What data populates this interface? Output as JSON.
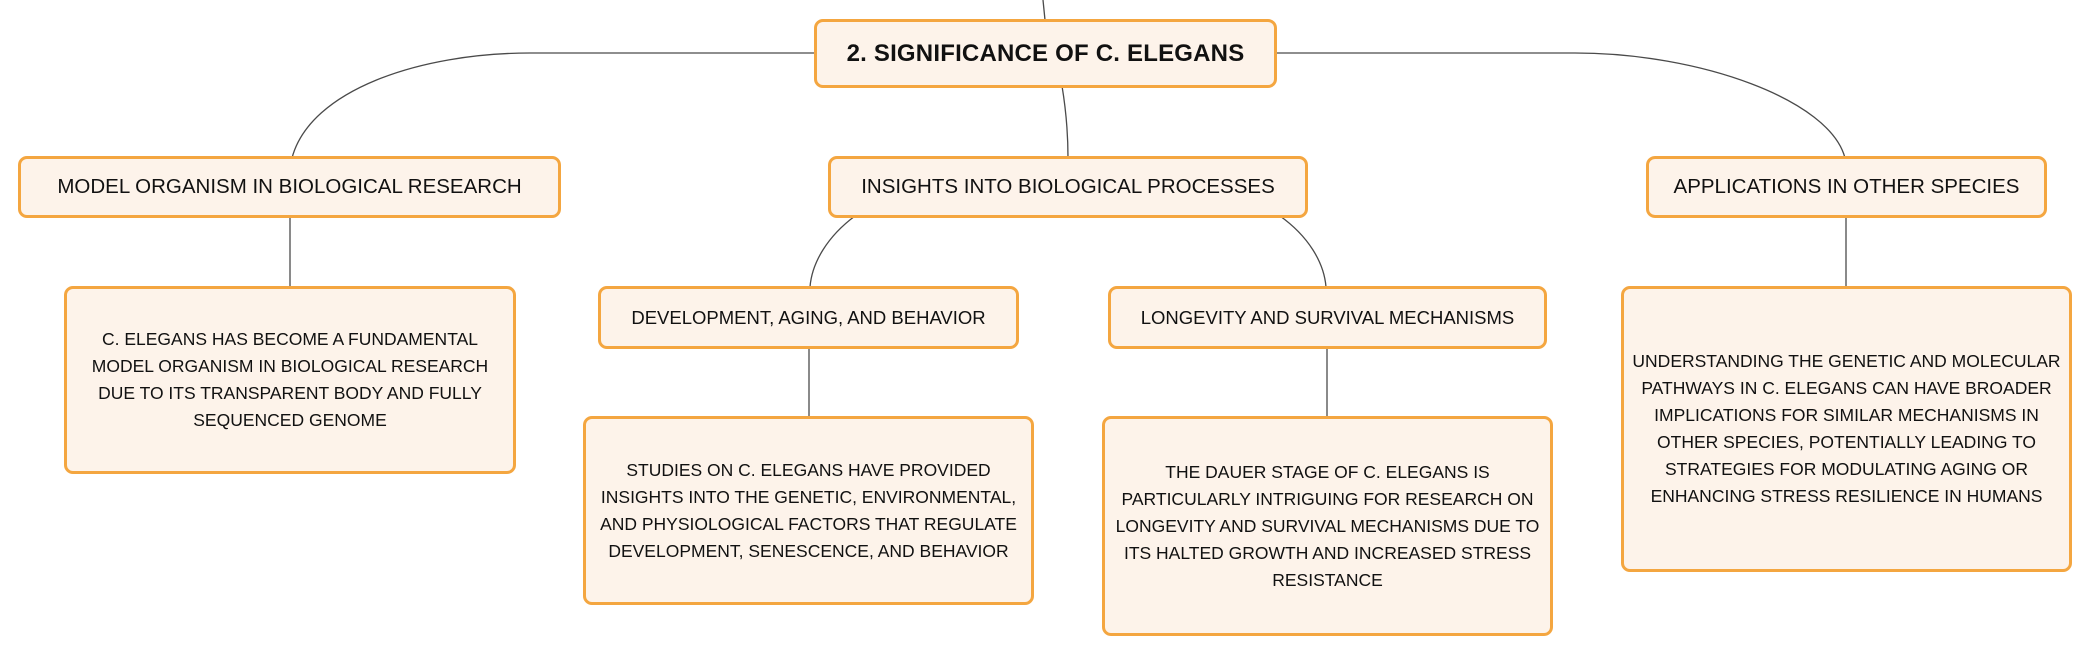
{
  "root": {
    "title": "2. SIGNIFICANCE OF C. ELEGANS"
  },
  "branches": [
    {
      "label": "MODEL ORGANISM IN BIOLOGICAL RESEARCH",
      "detail": "C. ELEGANS HAS BECOME A FUNDAMENTAL MODEL ORGANISM IN BIOLOGICAL RESEARCH DUE TO ITS TRANSPARENT BODY AND FULLY SEQUENCED GENOME"
    },
    {
      "label": "INSIGHTS INTO BIOLOGICAL PROCESSES",
      "children": [
        {
          "label": "DEVELOPMENT, AGING, AND BEHAVIOR",
          "detail": "STUDIES ON C. ELEGANS HAVE PROVIDED INSIGHTS INTO THE GENETIC, ENVIRONMENTAL, AND PHYSIOLOGICAL FACTORS THAT REGULATE DEVELOPMENT, SENESCENCE, AND BEHAVIOR"
        },
        {
          "label": "LONGEVITY AND SURVIVAL MECHANISMS",
          "detail": "THE DAUER STAGE OF C. ELEGANS IS PARTICULARLY INTRIGUING FOR RESEARCH ON LONGEVITY AND SURVIVAL MECHANISMS DUE TO ITS HALTED GROWTH AND INCREASED STRESS RESISTANCE"
        }
      ]
    },
    {
      "label": "APPLICATIONS IN OTHER SPECIES",
      "detail": "UNDERSTANDING THE GENETIC AND MOLECULAR PATHWAYS IN C. ELEGANS CAN HAVE BROADER IMPLICATIONS FOR SIMILAR MECHANISMS IN OTHER SPECIES, POTENTIALLY LEADING TO STRATEGIES FOR MODULATING AGING OR ENHANCING STRESS RESILIENCE IN HUMANS"
    }
  ],
  "colors": {
    "node_fill": "#fdf3ea",
    "node_border": "#f4a640",
    "connector": "#4a4a4a",
    "text": "#111111"
  }
}
